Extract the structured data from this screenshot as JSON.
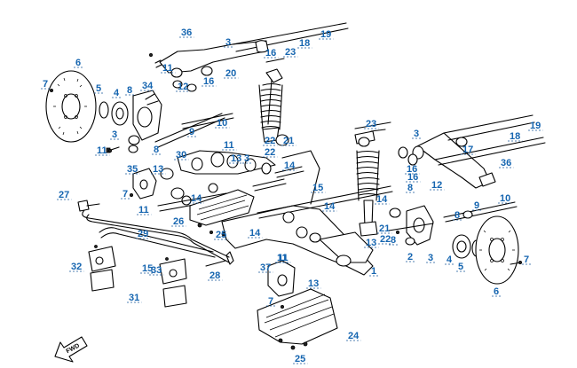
{
  "diagram": {
    "callout_color": "#1565b0",
    "forward_label": "FWD",
    "callouts": [
      "36",
      "3",
      "18",
      "19",
      "11",
      "16",
      "23",
      "20",
      "6",
      "7",
      "5",
      "4",
      "8",
      "34",
      "12",
      "16",
      "10",
      "3",
      "9",
      "11",
      "8",
      "11",
      "22",
      "21",
      "23",
      "3",
      "17",
      "16",
      "18",
      "19",
      "30",
      "13",
      "3",
      "14",
      "35",
      "13",
      "22",
      "14",
      "7",
      "15",
      "36",
      "16",
      "27",
      "8",
      "12",
      "10",
      "11",
      "14",
      "8",
      "26",
      "25",
      "14",
      "11",
      "8",
      "9",
      "29",
      "15",
      "14",
      "21",
      "22",
      "13",
      "2",
      "3",
      "4",
      "5",
      "7",
      "32",
      "33",
      "37",
      "28",
      "11",
      "13",
      "7",
      "6",
      "31",
      "1",
      "24",
      "25"
    ]
  }
}
